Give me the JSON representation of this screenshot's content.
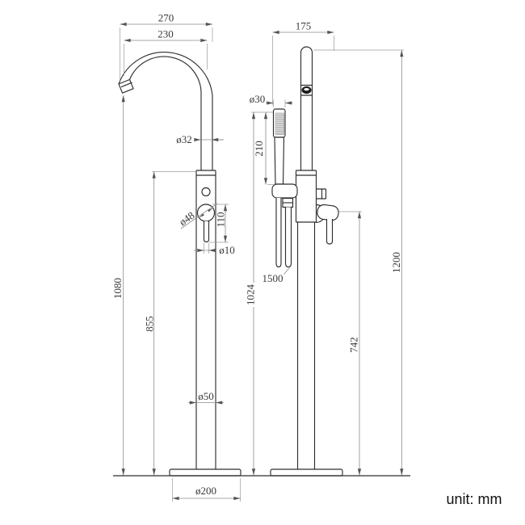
{
  "meta": {
    "unit_label": "unit: mm"
  },
  "front_view": {
    "dims": {
      "spout_reach_outer": "270",
      "spout_reach_inner": "230",
      "spout_pipe_diameter": "ø32",
      "handle_knob_diameter": "ø48",
      "lever_length": "110",
      "lever_rod_diameter": "ø10",
      "spout_outlet_height": "1080",
      "valve_body_height": "855",
      "column_diameter": "ø50",
      "base_diameter": "ø200"
    }
  },
  "side_view": {
    "dims": {
      "depth": "175",
      "handshower_head_diameter": "ø30",
      "handshower_length": "210",
      "hose_length": "1500",
      "handshower_height": "1024",
      "lever_height": "742",
      "overall_height": "1200"
    }
  }
}
